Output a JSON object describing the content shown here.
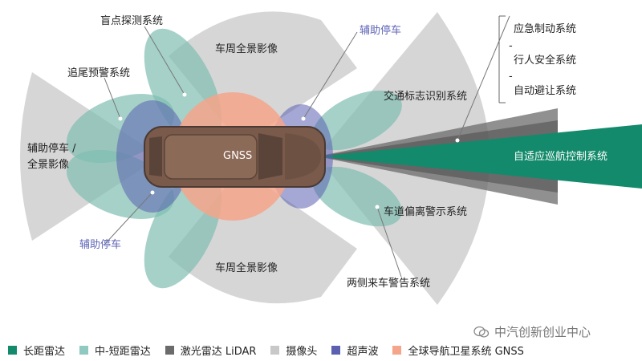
{
  "labels": {
    "blind_spot": "盲点探测系统",
    "rear_warning": "追尾预警系统",
    "park_left_1": "辅助停车 /",
    "park_left_2": "全景影像",
    "park_bottom": "辅助停车",
    "park_top": "辅助停车",
    "surround_top": "车周全景影像",
    "surround_bottom": "车周全景影像",
    "traffic_sign": "交通标志识别系统",
    "lane_departure": "车道偏离警示系统",
    "cross_traffic": "两侧来车警告系统",
    "acc": "自适应巡航控制系统",
    "gnss": "GNSS",
    "aeb": "应急制动系统",
    "dash1": "-",
    "pedestrian": "行人安全系统",
    "dash2": "-",
    "avoid": "自动避让系统"
  },
  "legend": [
    {
      "label": "长距雷达",
      "color": "#138a6b",
      "icon": "square"
    },
    {
      "label": "中-短距雷达",
      "color": "#8fc9bf",
      "icon": "square"
    },
    {
      "label": "激光雷达 LiDAR",
      "color": "#6b6b6b",
      "icon": "square"
    },
    {
      "label": "摄像头",
      "color": "#c8c8c8",
      "icon": "square"
    },
    {
      "label": "超声波",
      "color": "#5b61b0",
      "icon": "square"
    },
    {
      "label": "全球导航卫星系统 GNSS",
      "color": "#f4a58a",
      "icon": "square"
    }
  ],
  "brand": {
    "text": "中汽创新创业中心",
    "icon": "wechat-icon"
  }
}
